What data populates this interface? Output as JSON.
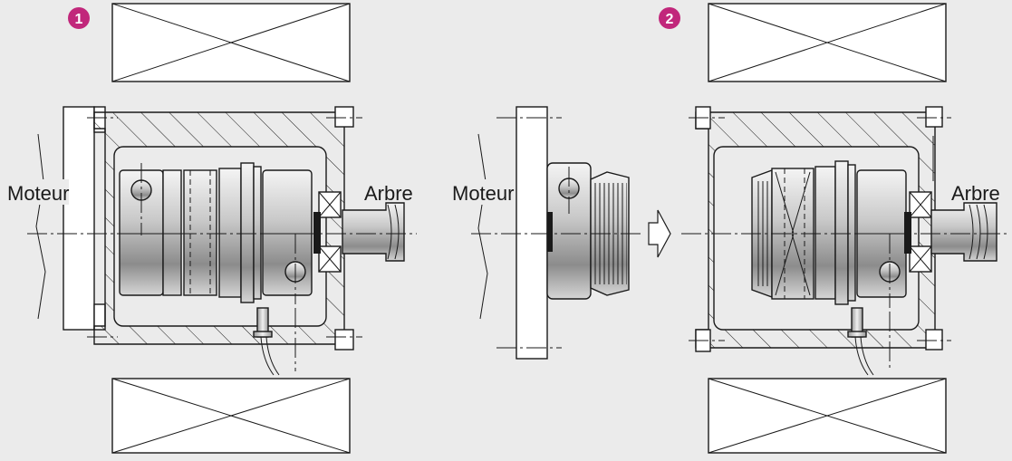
{
  "labels": {
    "step1_badge": "1",
    "step2_badge": "2",
    "motor_left": "Moteur",
    "shaft_left": "Arbre",
    "motor_right": "Moteur",
    "shaft_right": "Arbre"
  },
  "colors": {
    "badge": "#c1277b",
    "background": "#ebebeb",
    "line": "#1a1a1a",
    "metal_light": "#f4f4f4",
    "metal_dark": "#8c8c8c"
  },
  "icons": {
    "transition_arrow": "outline-right-arrow"
  }
}
